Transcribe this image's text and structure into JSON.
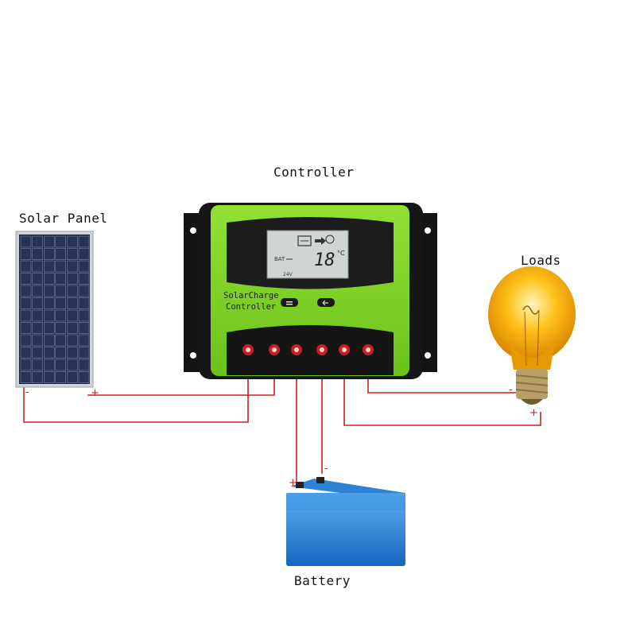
{
  "labels": {
    "controller": "Controller",
    "solar_panel": "Solar Panel",
    "loads": "Loads",
    "battery": "Battery"
  },
  "controller_face": {
    "line1": "SolarCharge",
    "line2": "Controller",
    "lcd_reading": "18",
    "lcd_unit": "°C",
    "lcd_bat": "BAT",
    "lcd_voltage": "24V"
  },
  "polarity": {
    "minus": "-",
    "plus": "+"
  },
  "colors": {
    "wire": "#d12020",
    "controller_green": "#7ed321",
    "controller_black": "#1a1a1a",
    "lcd": "#cfd6d2",
    "battery_blue": "#1f7fd6",
    "bulb_glow": "#f7b500"
  }
}
